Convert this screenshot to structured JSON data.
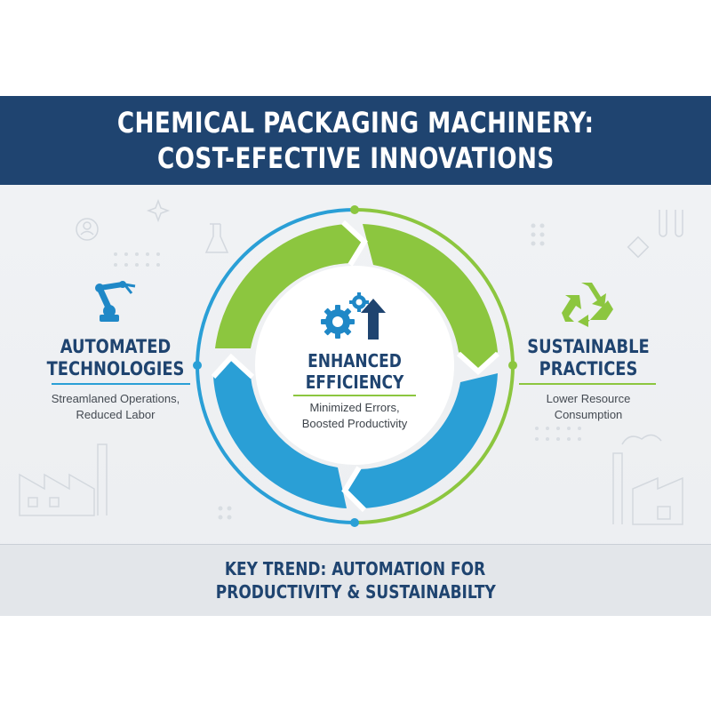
{
  "header": {
    "title_line1": "CHEMICAL PACKAGING MACHINERY:",
    "title_line2": "COST-EFECTIVE INNOVATIONS"
  },
  "left": {
    "heading_line1": "AUTOMATED",
    "heading_line2": "TECHNOLOGIES",
    "sub_line1": "Streamlaned Operations,",
    "sub_line2": "Reduced Labor",
    "icon": "robotic-arm-icon"
  },
  "center": {
    "heading_line1": "ENHANCED",
    "heading_line2": "EFFICIENCY",
    "sub_line1": "Minimized Errors,",
    "sub_line2": "Boosted Productivity",
    "icon": "gears-up-arrow-icon"
  },
  "right": {
    "heading_line1": "SUSTAINABLE",
    "heading_line2": "PRACTICES",
    "sub_line1": "Lower Resource",
    "sub_line2": "Consumption",
    "icon": "recycle-icon"
  },
  "footer": {
    "line1": "KEY TREND: AUTOMATION FOR",
    "line2": "PRODUCTIVITY & SUSTAINABILTY"
  },
  "colors": {
    "navy": "#1f4470",
    "green": "#8cc63f",
    "blue": "#2a9fd6",
    "background": "#eef0f3"
  }
}
